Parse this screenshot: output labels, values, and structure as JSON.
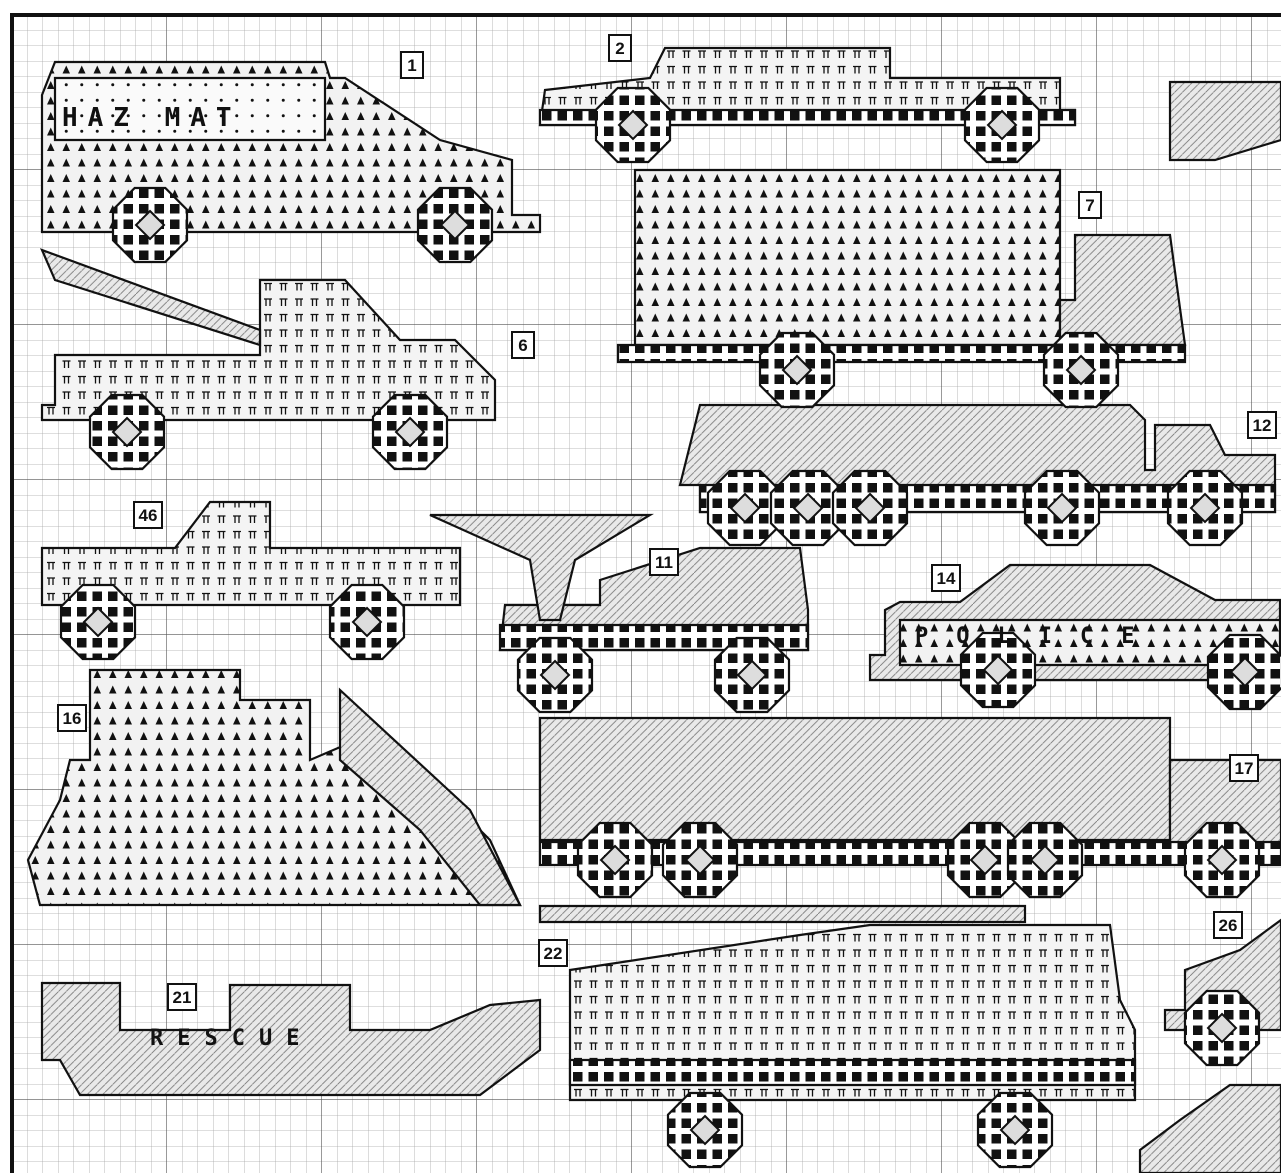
{
  "chart_labels": [
    "1",
    "2",
    "7",
    "6",
    "12",
    "46",
    "11",
    "14",
    "16",
    "17",
    "26",
    "22",
    "21"
  ],
  "pattern_lettering": {
    "hazmat": "HAZ MAT",
    "police": "POLICE",
    "rescue": "RESCUE"
  },
  "colors": {
    "ink": "#111111",
    "grid": "#9a9a9a",
    "fill_light": "#e6e6e6",
    "fill_mid": "#c8c8c8"
  }
}
